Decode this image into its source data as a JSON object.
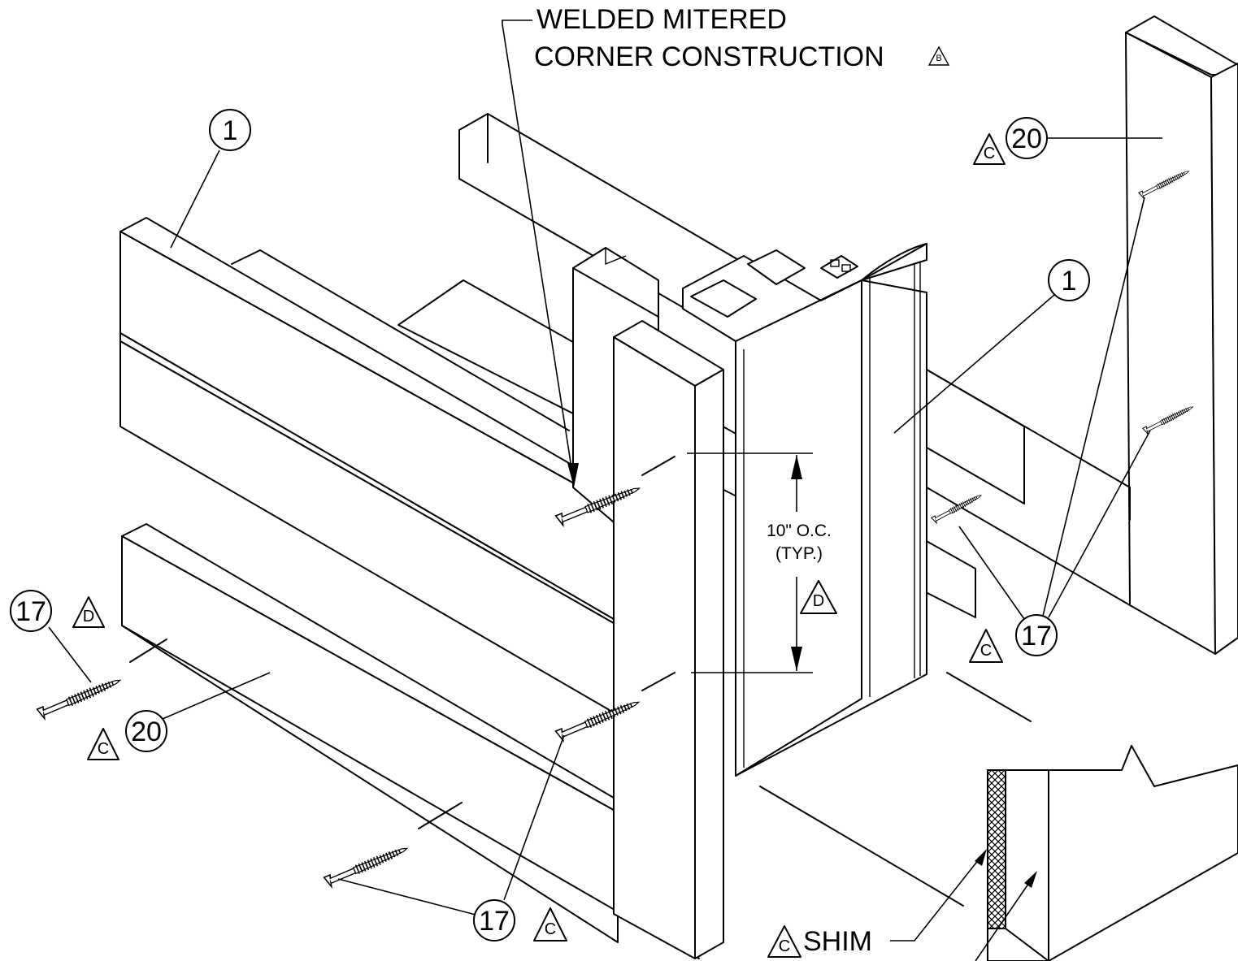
{
  "note": {
    "line1": "WELDED MITERED",
    "line2": "CORNER CONSTRUCTION",
    "revision": "B"
  },
  "dimension": {
    "line1": "10\" O.C.",
    "line2": "(TYP.)",
    "revision": "D"
  },
  "shim": {
    "label": "SHIM",
    "revision": "C"
  },
  "callouts": [
    {
      "id": "callout-1-left",
      "number": "1",
      "revision": ""
    },
    {
      "id": "callout-1-right",
      "number": "1",
      "revision": ""
    },
    {
      "id": "callout-20-top",
      "number": "20",
      "revision": "C"
    },
    {
      "id": "callout-20-bottom",
      "number": "20",
      "revision": "C"
    },
    {
      "id": "callout-17-left",
      "number": "17",
      "revision": "D"
    },
    {
      "id": "callout-17-right",
      "number": "17",
      "revision": "C"
    },
    {
      "id": "callout-17-bottom",
      "number": "17",
      "revision": "C"
    }
  ]
}
